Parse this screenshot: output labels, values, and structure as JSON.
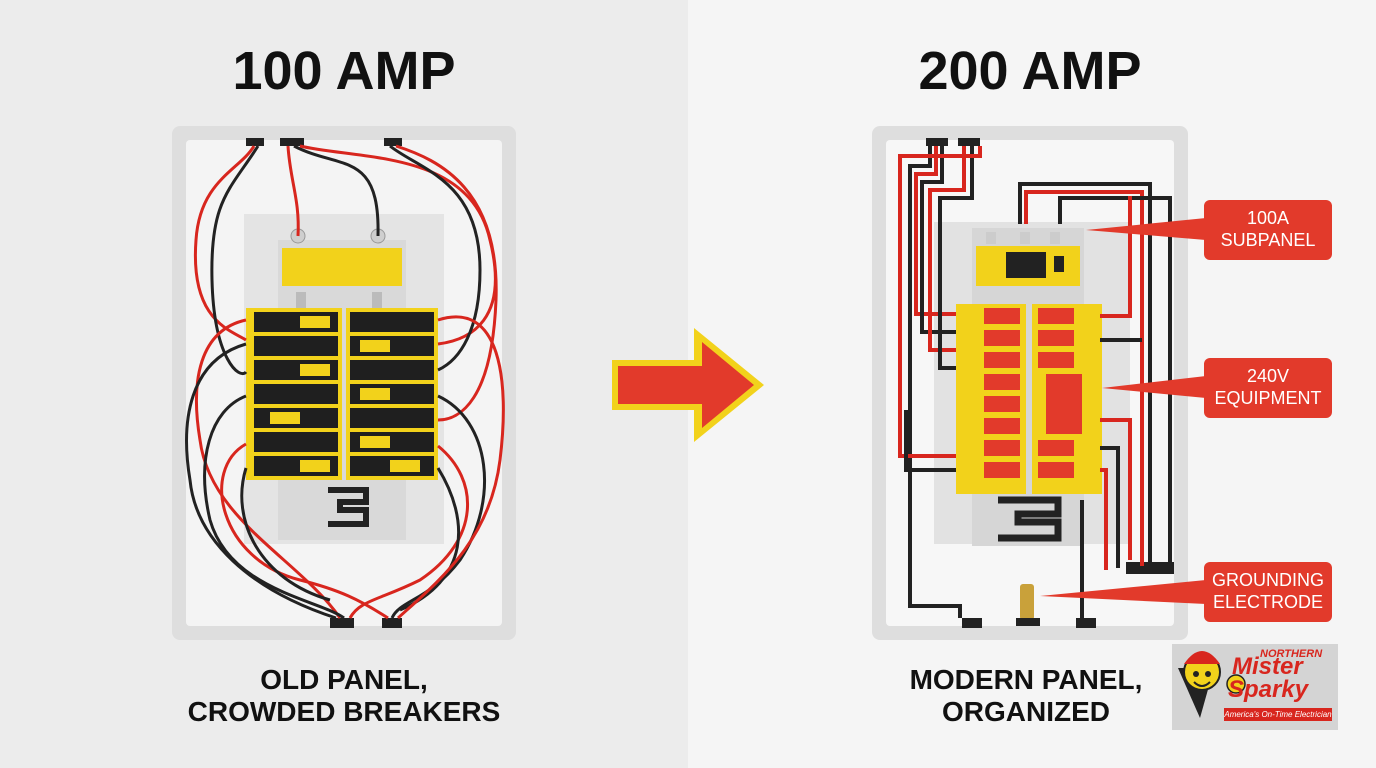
{
  "left": {
    "title": "100 AMP",
    "caption_line1": "OLD PANEL,",
    "caption_line2": "CROWDED BREAKERS"
  },
  "right": {
    "title": "200 AMP",
    "caption_line1": "MODERN PANEL,",
    "caption_line2": "ORGANIZED"
  },
  "callouts": [
    {
      "line1": "100A",
      "line2": "SUBPANEL"
    },
    {
      "line1": "240V",
      "line2": "EQUIPMENT"
    },
    {
      "line1": "GROUNDING",
      "line2": "ELECTRODE"
    }
  ],
  "logo": {
    "line1": "NORTHERN",
    "line2": "Mister",
    "line3": "Sparky",
    "tagline": "America's On-Time Electrician"
  },
  "colors": {
    "accent_red": "#e23a2b",
    "breaker_yellow": "#f2d21b",
    "wire_black": "#222222",
    "wire_red": "#d8261e"
  },
  "icons": [
    "arrow-right-icon",
    "grounding-rod-icon",
    "mascot-icon"
  ]
}
